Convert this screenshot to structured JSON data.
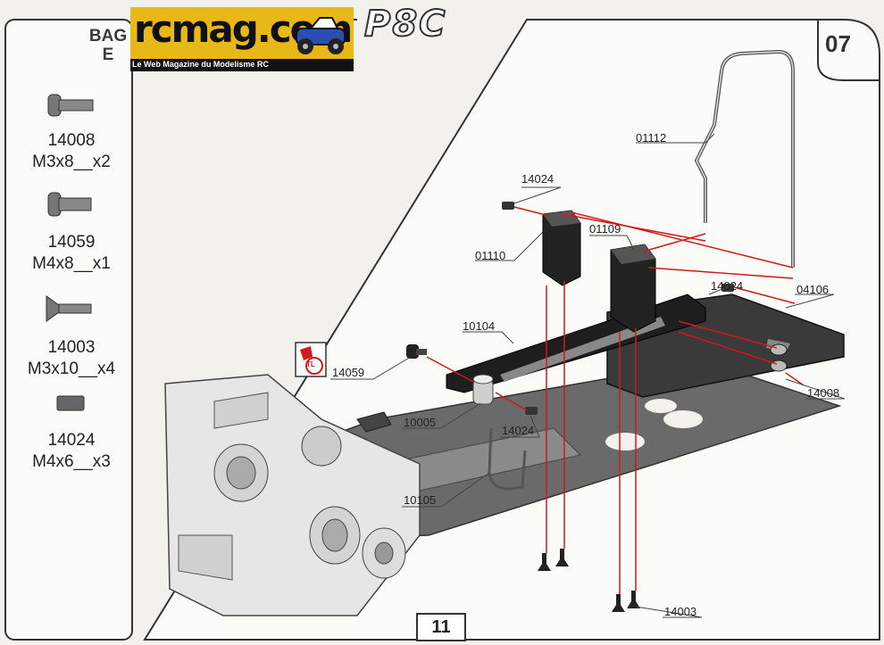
{
  "header": {
    "bag_label_line1": "BAG",
    "bag_label_line2": "E",
    "logo_text": "rcmag.com",
    "logo_tagline": "Le Web Magazine du Modelisme RC",
    "model_title": "P8C",
    "step_number": "07"
  },
  "parts_list": [
    {
      "number": "14008",
      "desc": "M3x8__x2",
      "icon": "button-head-screw-icon"
    },
    {
      "number": "14059",
      "desc": "M4x8__x1",
      "icon": "button-head-screw-icon"
    },
    {
      "number": "14003",
      "desc": "M3x10__x4",
      "icon": "countersunk-screw-icon"
    },
    {
      "number": "14024",
      "desc": "M4x6__x3",
      "icon": "grub-screw-icon"
    }
  ],
  "callouts": {
    "c01112": "01112",
    "c14024a": "14024",
    "c01109": "01109",
    "c01110": "01110",
    "c14024b": "14024",
    "c04106": "04106",
    "c10104": "10104",
    "c14059": "14059",
    "c14008": "14008",
    "c10005": "10005",
    "c14024c": "14024",
    "c10105": "10105",
    "c14003": "14003",
    "tl_badge": "TL"
  },
  "footer": {
    "page_number": "11"
  }
}
